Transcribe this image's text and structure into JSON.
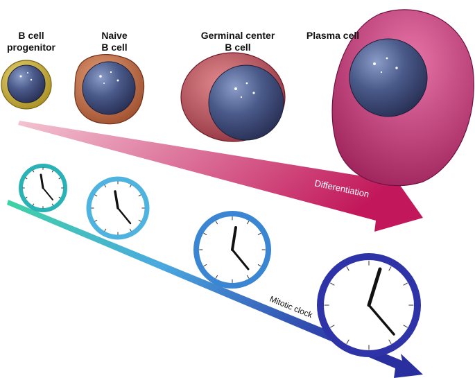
{
  "cells": [
    {
      "label_lines": [
        "B cell",
        "progenitor"
      ],
      "cytoplasm_color": "#c9b23a",
      "nucleus_color": "#3b4f7a"
    },
    {
      "label_lines": [
        "Naive",
        "B cell"
      ],
      "cytoplasm_color": "#c0683e",
      "nucleus_color": "#3b4f7a"
    },
    {
      "label_lines": [
        "Germinal center",
        "B cell"
      ],
      "cytoplasm_color": "#b94a55",
      "nucleus_color": "#36406e"
    },
    {
      "label_lines": [
        "Plasma cell"
      ],
      "cytoplasm_color": "#c2306f",
      "nucleus_color": "#3a3f6e"
    }
  ],
  "arrows": {
    "differentiation": {
      "label": "Differentiation",
      "color_start": "#f3c4d2",
      "color_end": "#c2185b"
    },
    "mitotic_clock": {
      "label": "Mitotic clock",
      "color_start": "#3fd2a5",
      "color_end": "#2a2fa0"
    }
  },
  "clocks": [
    {
      "ring_color": "#2ab3b6"
    },
    {
      "ring_color": "#4fb3e0"
    },
    {
      "ring_color": "#3a86d2"
    },
    {
      "ring_color": "#2e34a8"
    }
  ]
}
